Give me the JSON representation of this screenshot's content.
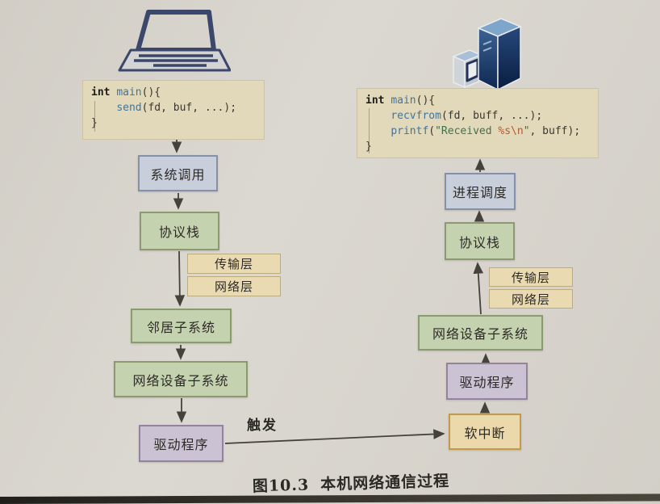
{
  "figure": {
    "label": "图10.3",
    "title": "本机网络通信过程"
  },
  "trigger_label": "触发",
  "sender": {
    "device": "laptop",
    "code_lines": [
      [
        {
          "t": "int",
          "c": "kw"
        },
        {
          "t": " ",
          "c": "pl"
        },
        {
          "t": "main",
          "c": "fn"
        },
        {
          "t": "(){",
          "c": "pl"
        }
      ],
      [
        {
          "t": "    ",
          "c": "pl"
        },
        {
          "t": "send",
          "c": "fn"
        },
        {
          "t": "(fd, buf, ...);",
          "c": "pl"
        }
      ],
      [
        {
          "t": "}",
          "c": "pl"
        }
      ]
    ],
    "steps": {
      "syscall": "系统调用",
      "protocol_stack": "协议栈",
      "neighbor": "邻居子系统",
      "net_device": "网络设备子系统",
      "driver": "驱动程序"
    },
    "layers": {
      "transport": "传输层",
      "network": "网络层"
    }
  },
  "receiver": {
    "device": "server",
    "code_lines": [
      [
        {
          "t": "int",
          "c": "kw"
        },
        {
          "t": " ",
          "c": "pl"
        },
        {
          "t": "main",
          "c": "fn"
        },
        {
          "t": "(){",
          "c": "pl"
        }
      ],
      [
        {
          "t": "    ",
          "c": "pl"
        },
        {
          "t": "recvfrom",
          "c": "fn"
        },
        {
          "t": "(fd, buff, ...);",
          "c": "pl"
        }
      ],
      [
        {
          "t": "    ",
          "c": "pl"
        },
        {
          "t": "printf",
          "c": "fn"
        },
        {
          "t": "(",
          "c": "pl"
        },
        {
          "t": "\"Received ",
          "c": "str"
        },
        {
          "t": "%s\\n",
          "c": "fmt"
        },
        {
          "t": "\"",
          "c": "str"
        },
        {
          "t": ", buff);",
          "c": "pl"
        }
      ],
      [
        {
          "t": "}",
          "c": "pl"
        }
      ]
    ],
    "steps": {
      "sched": "进程调度",
      "protocol_stack": "协议栈",
      "net_device": "网络设备子系统",
      "driver": "驱动程序",
      "softirq": "软中断"
    },
    "layers": {
      "transport": "传输层",
      "network": "网络层"
    }
  },
  "palette": {
    "blue-fill": "#c8cfdb",
    "blue-border": "#8591a9",
    "green-fill": "#c5d2b0",
    "green-border": "#8a9b70",
    "tan-fill": "#e9dab2",
    "tan-border": "#bcab7c",
    "purple-fill": "#cbc2d4",
    "purple-border": "#94839f",
    "orange-fill": "#ecd9ab",
    "orange-border": "#c19a52",
    "code-bg": "#e2d8ba",
    "arrow": "#45423c"
  }
}
